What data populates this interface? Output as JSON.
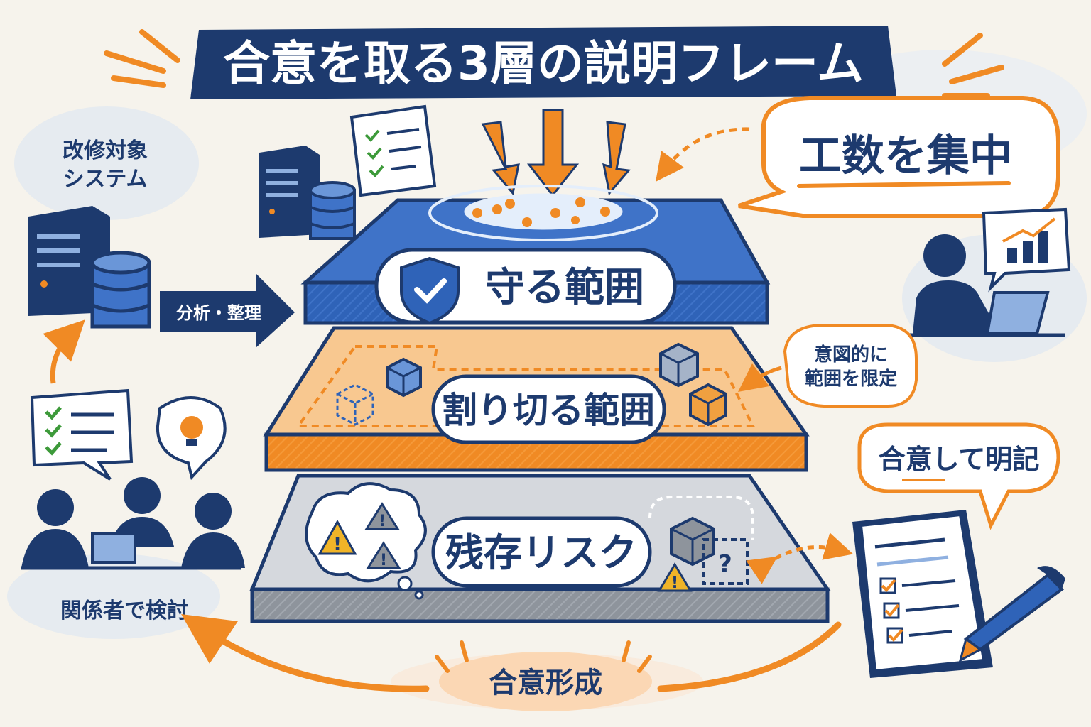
{
  "title": "合意を取る3層の説明フレーム",
  "left": {
    "system_label_line1": "改修対象",
    "system_label_line2": "システム",
    "analysis_arrow_label": "分析・整理",
    "stakeholders_label": "関係者で検討"
  },
  "layers": {
    "protect": "守る範囲",
    "cut": "割り切る範囲",
    "risk": "残存リスク"
  },
  "right": {
    "focus_bubble": "工数を集中",
    "limit_bubble_line1": "意図的に",
    "limit_bubble_line2": "範囲を限定",
    "agree_bubble": "合意して明記"
  },
  "bottom": {
    "consensus_label": "合意形成"
  },
  "colors": {
    "navy": "#1d3a6e",
    "blue": "#2f63b8",
    "orange": "#f08a24",
    "gray": "#9aa0a8",
    "green": "#3d9a3a",
    "warning": "#f0b428"
  }
}
